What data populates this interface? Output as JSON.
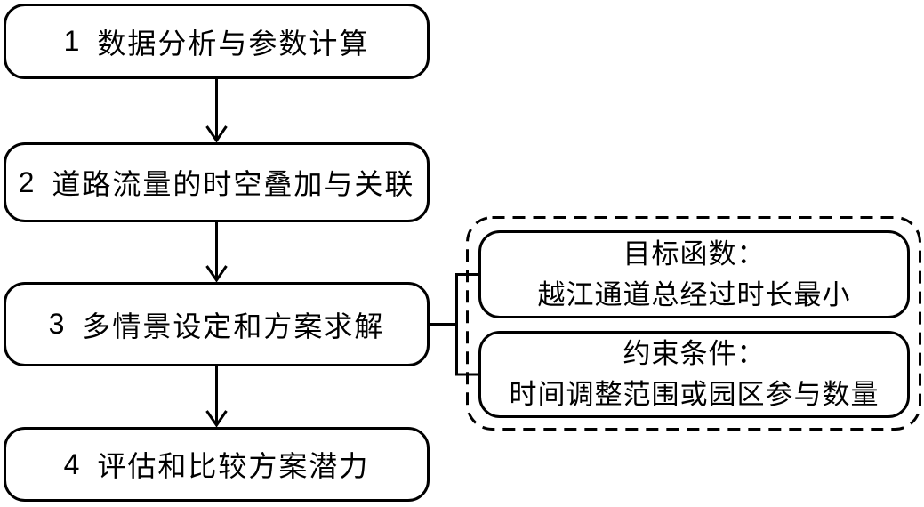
{
  "page": {
    "background_color": "#ffffff",
    "line_color": "#000000"
  },
  "flowchart": {
    "steps": [
      {
        "number": "1",
        "title": "数据分析与参数计算"
      },
      {
        "number": "2",
        "title": "道路流量的时空叠加与关联"
      },
      {
        "number": "3",
        "title": "多情景设定和方案求解"
      },
      {
        "number": "4",
        "title": "评估和比较方案潜力"
      }
    ],
    "side_panel": {
      "objective": {
        "line1": "目标函数：",
        "line2": "越江通道总经过时长最小"
      },
      "constraints": {
        "line1": "约束条件：",
        "line2": "时间调整范围或园区参与数量"
      }
    }
  }
}
